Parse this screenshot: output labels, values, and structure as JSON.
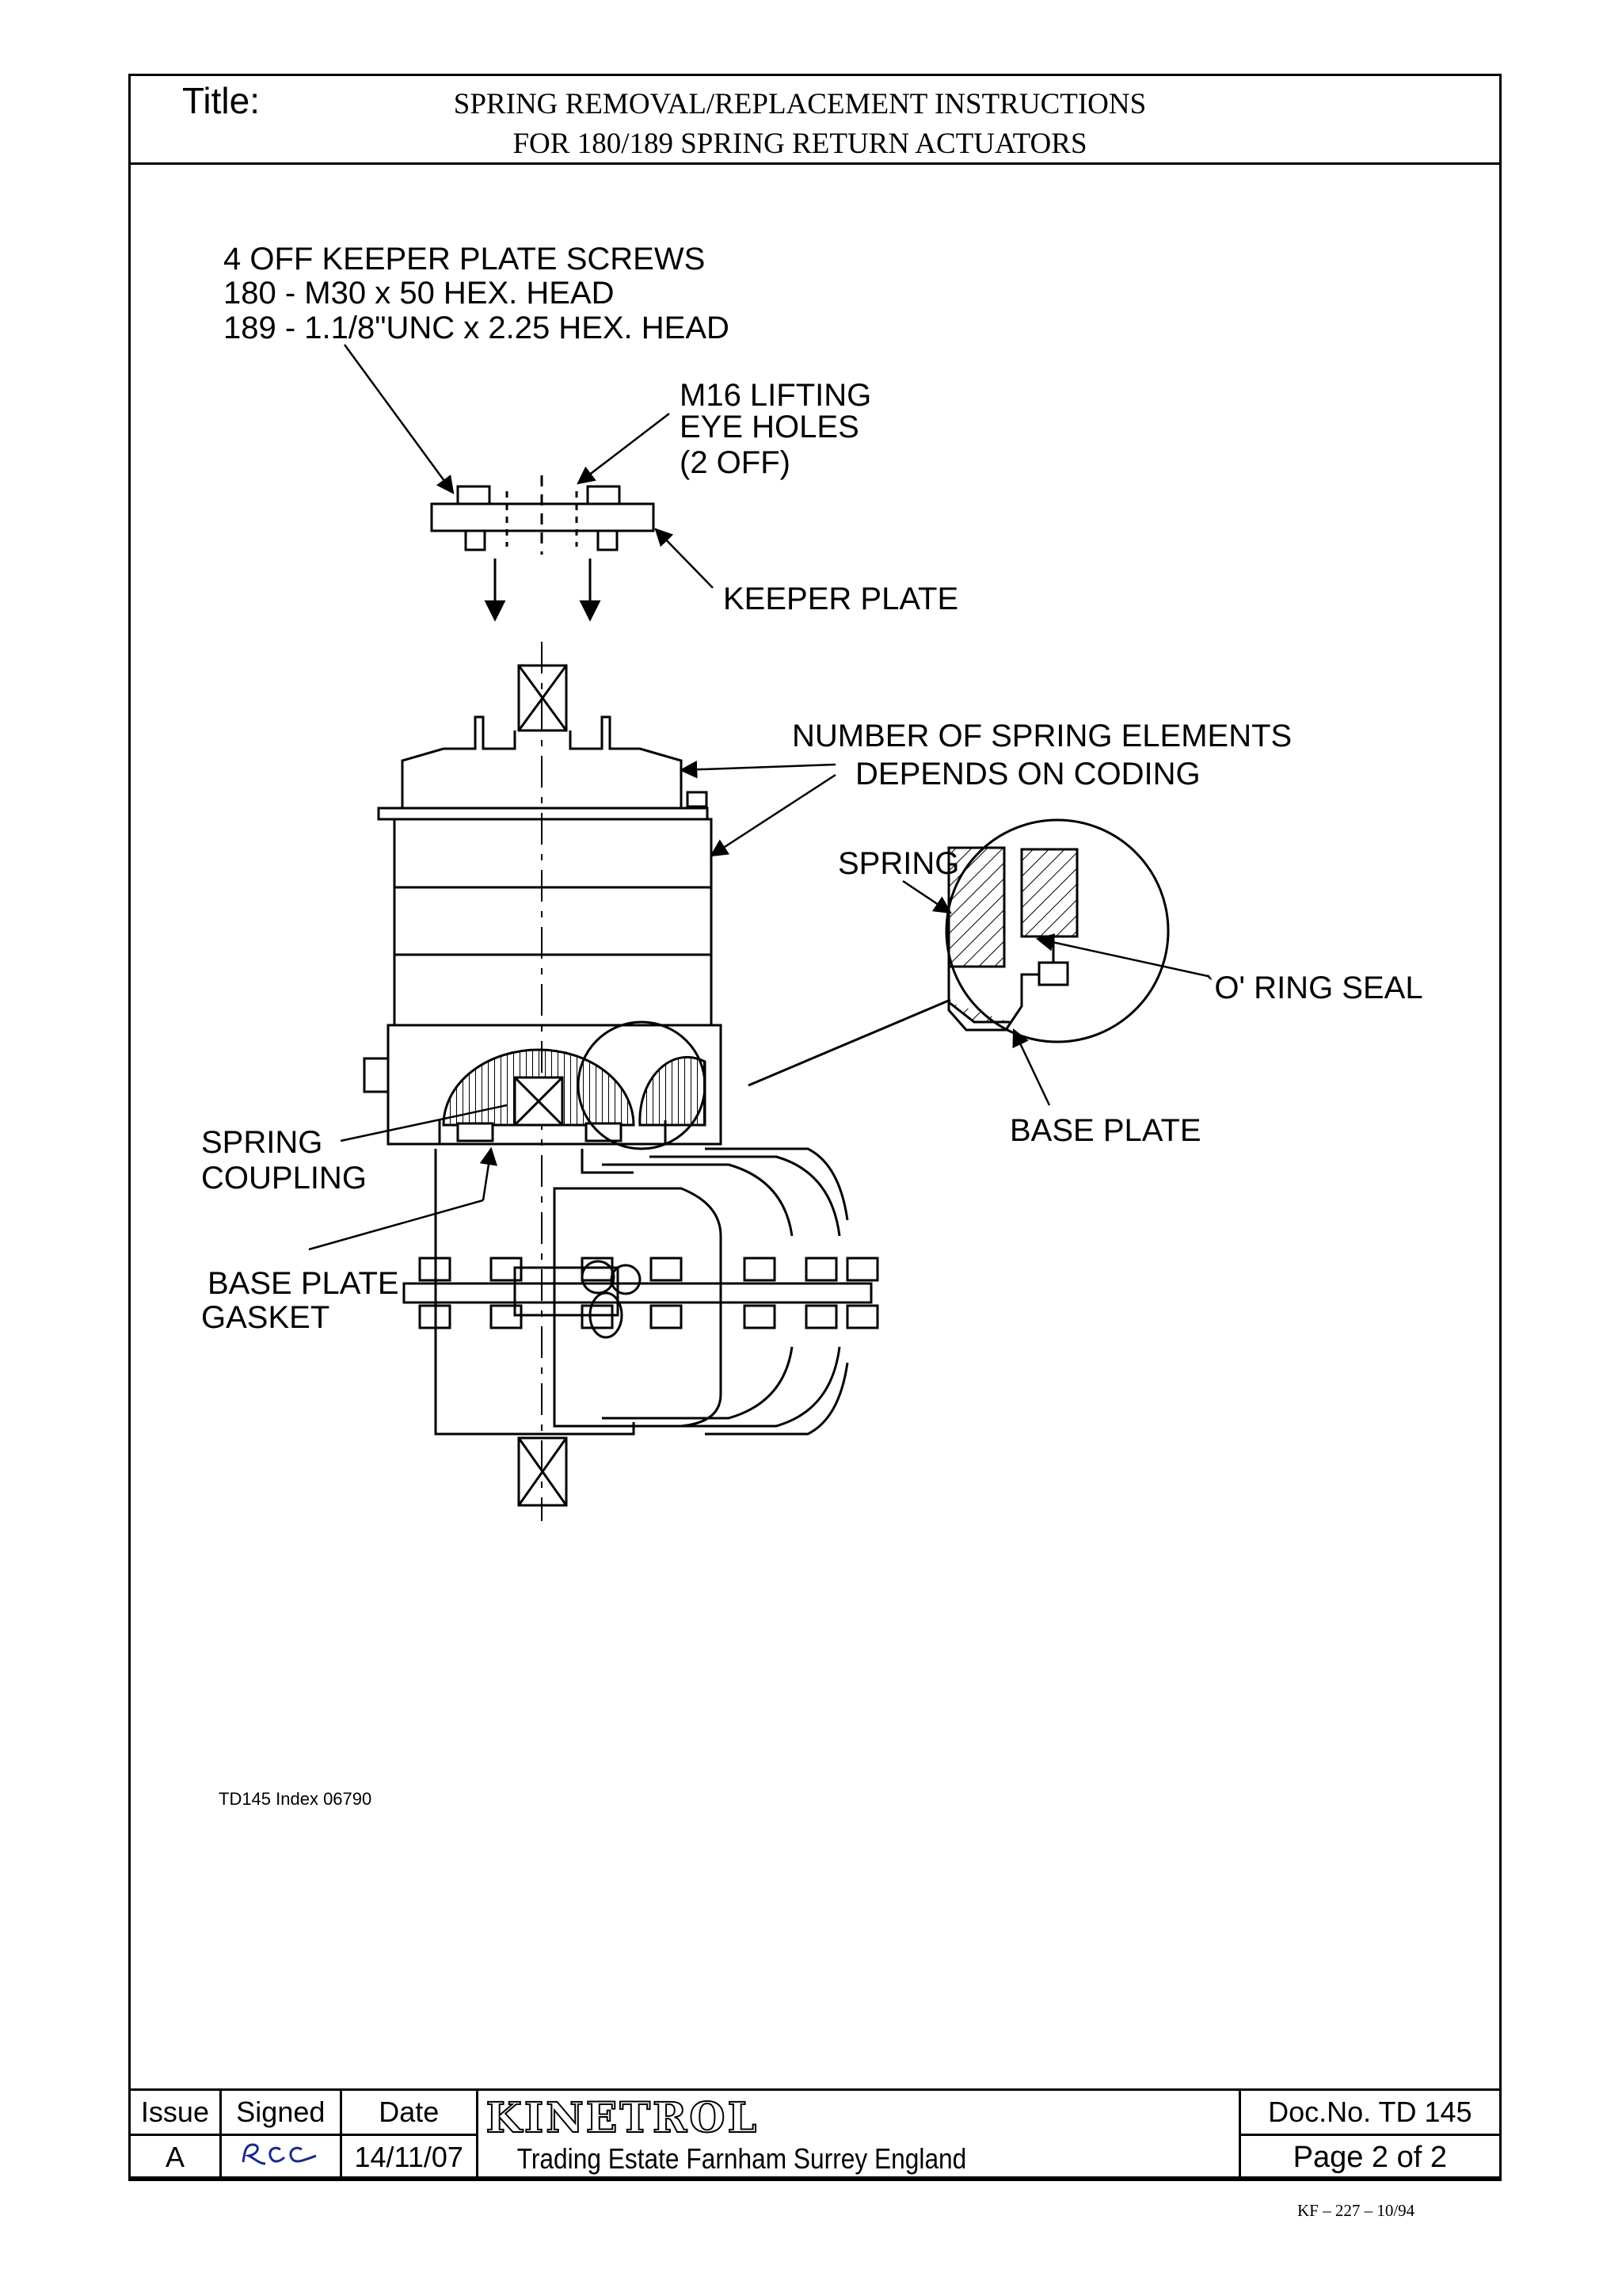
{
  "title": {
    "label": "Title:",
    "line1": "SPRING REMOVAL/REPLACEMENT INSTRUCTIONS",
    "line2": "FOR 180/189 SPRING RETURN ACTUATORS"
  },
  "callouts": {
    "keeper_screws": [
      "4 OFF KEEPER PLATE SCREWS",
      "180 - M30 x 50 HEX. HEAD",
      "189 - 1.1/8\"UNC x 2.25 HEX. HEAD"
    ],
    "lifting_holes": [
      "M16 LIFTING",
      "EYE HOLES",
      "(2 OFF)"
    ],
    "keeper_plate": "KEEPER PLATE",
    "spring_elements": [
      "NUMBER OF SPRING ELEMENTS",
      "DEPENDS ON CODING"
    ],
    "spring": "SPRING",
    "o_ring": "`O' RING SEAL",
    "base_plate": "BASE PLATE",
    "spring_coupling": [
      "SPRING",
      "COUPLING"
    ],
    "base_plate_gasket": [
      "BASE PLATE",
      "GASKET"
    ]
  },
  "index_note": "TD145 Index 06790",
  "title_block": {
    "issue_label": "Issue",
    "issue_value": "A",
    "signed_label": "Signed",
    "signature": "RCC",
    "date_label": "Date",
    "date_value": "14/11/07",
    "company_logo": "KINETROL",
    "address": "Trading Estate Farnham Surrey England",
    "doc_no": "Doc.No. TD   145",
    "page": "Page 2 of 2"
  },
  "form_code": "KF – 227 – 10/94"
}
